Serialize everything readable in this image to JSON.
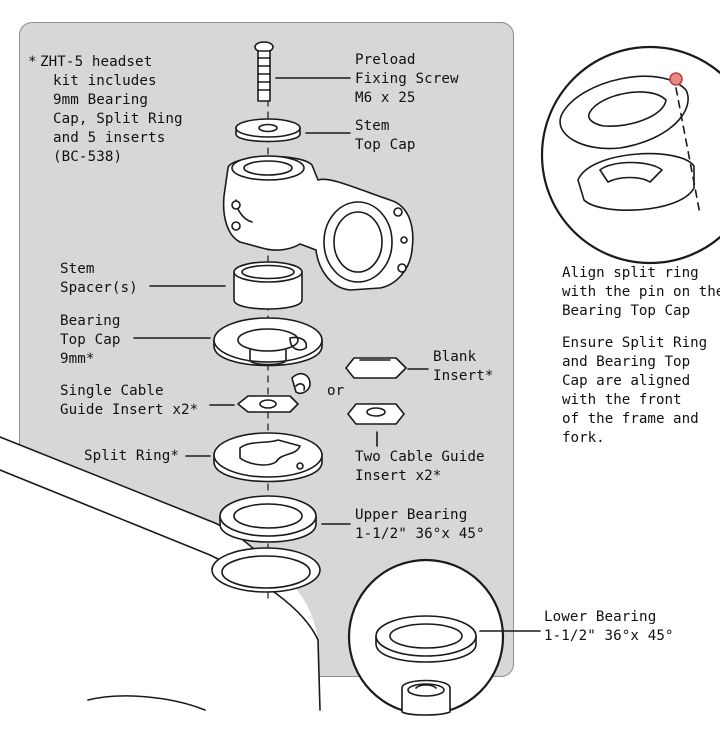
{
  "kit_note": {
    "asterisk": "*",
    "lines": [
      "ZHT-5 headset",
      "kit includes",
      "9mm Bearing",
      "Cap, Split Ring",
      "and 5 inserts",
      "(BC-538)"
    ]
  },
  "labels": {
    "preload_screw": [
      "Preload",
      "Fixing Screw",
      "M6 x 25"
    ],
    "stem_top_cap": [
      "Stem",
      "Top Cap"
    ],
    "stem_spacer": [
      "Stem",
      "Spacer(s)"
    ],
    "bearing_top_cap": [
      "Bearing",
      "Top Cap",
      "9mm*"
    ],
    "single_cable_guide": [
      "Single Cable",
      "Guide Insert x2*"
    ],
    "split_ring": "Split Ring*",
    "or": "or",
    "blank_insert": [
      "Blank",
      "Insert*"
    ],
    "two_cable_guide": [
      "Two Cable Guide",
      "Insert x2*"
    ],
    "upper_bearing": [
      "Upper Bearing",
      "1-1/2\" 36°x 45°"
    ],
    "lower_bearing": [
      "Lower Bearing",
      "1-1/2\" 36°x 45°"
    ]
  },
  "align_note": {
    "paragraph1": [
      "Align split ring",
      "with the pin on the",
      "Bearing Top Cap"
    ],
    "paragraph2": [
      "Ensure Split Ring",
      "and Bearing Top",
      "Cap are aligned",
      "with the front",
      "of the frame and",
      "fork."
    ]
  },
  "colors": {
    "panel": "#d7d7d7",
    "panel_border": "#8e8e8e",
    "ink": "#111111",
    "pin_highlight": "#e88a8a"
  }
}
